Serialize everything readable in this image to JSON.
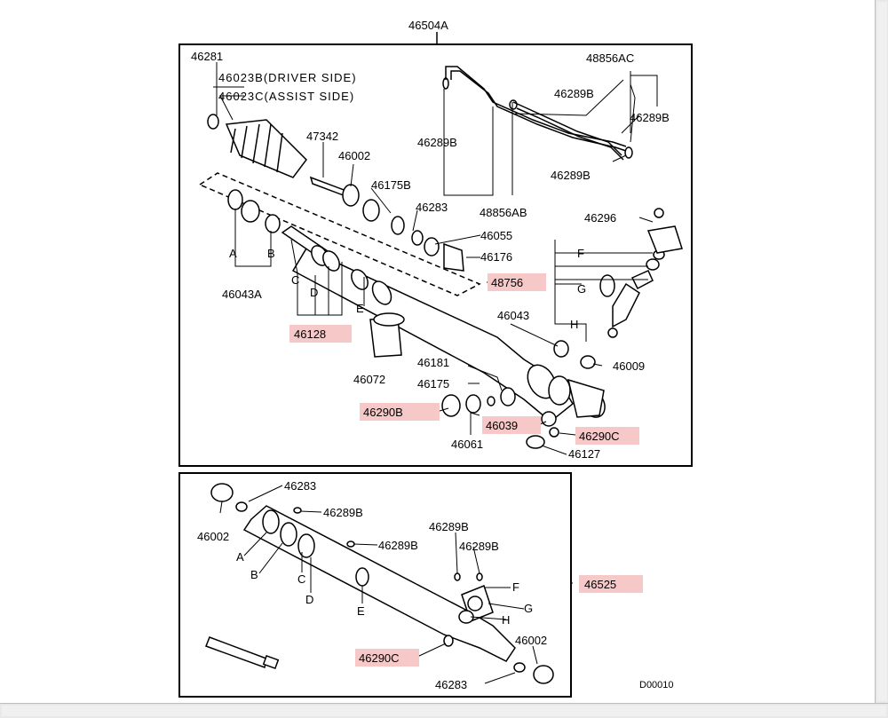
{
  "diagram": {
    "assembly_label": "46504A",
    "sub_assembly_label": "46525",
    "figure_code": "D00010",
    "top": {
      "p46281": "46281",
      "p46023b": "46023B(DRIVER SIDE)",
      "p46023c": "46023C(ASSIST SIDE)",
      "p47342": "47342",
      "p46002": "46002",
      "p46175b": "46175B",
      "p46283": "46283",
      "p46055": "46055",
      "p46176": "46176",
      "p48856ac": "48856AC",
      "p46289b_a": "46289B",
      "p46289b_b": "46289B",
      "p46289b_c": "46289B",
      "p46289b_d": "46289B",
      "p48856ab": "48856AB",
      "p46296": "46296",
      "pF": "F",
      "pG": "G",
      "pH": "H",
      "p48756": "48756",
      "p46043": "46043",
      "p46009": "46009",
      "pA": "A",
      "pB": "B",
      "pC": "C",
      "pD": "D",
      "pE": "E",
      "p46043a": "46043A",
      "p46128": "46128",
      "p46072": "46072",
      "p46181": "46181",
      "p46175": "46175",
      "p46290b": "46290B",
      "p46039": "46039",
      "p46290c": "46290C",
      "p46061": "46061",
      "p46127": "46127"
    },
    "bottom": {
      "p46283_a": "46283",
      "p46289b_a": "46289B",
      "p46002_a": "46002",
      "p46289b_b": "46289B",
      "p46289b_c": "46289B",
      "p46289b_d": "46289B",
      "pA": "A",
      "pB": "B",
      "pC": "C",
      "pD": "D",
      "pE": "E",
      "pF": "F",
      "pG": "G",
      "pH": "H",
      "p46290c": "46290C",
      "p46002_b": "46002",
      "p46283_b": "46283"
    }
  }
}
